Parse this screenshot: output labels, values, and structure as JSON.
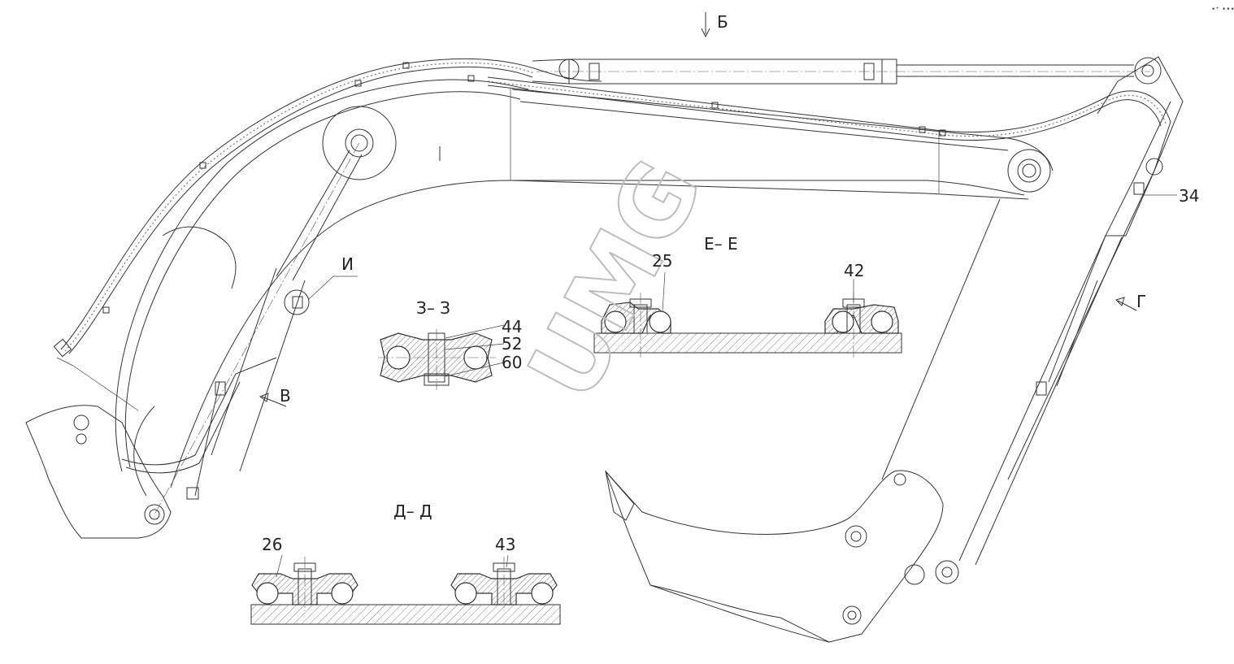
{
  "diagram": {
    "title": "Excavator boom and stick hydraulic hose routing",
    "callouts": [
      {
        "id": "c34",
        "text": "34"
      },
      {
        "id": "c44",
        "text": "44"
      },
      {
        "id": "c52",
        "text": "52"
      },
      {
        "id": "c60",
        "text": "60"
      },
      {
        "id": "c25",
        "text": "25"
      },
      {
        "id": "c42",
        "text": "42"
      },
      {
        "id": "c26",
        "text": "26"
      },
      {
        "id": "c43",
        "text": "43"
      }
    ],
    "views": {
      "b": "Б",
      "v": "В",
      "g": "Г",
      "i": "И",
      "section_zz": "З– З",
      "section_ee": "Е– Е",
      "section_dd": "Д– Д"
    },
    "watermark": "UMG",
    "corner_mark": "•⁺ •••"
  }
}
